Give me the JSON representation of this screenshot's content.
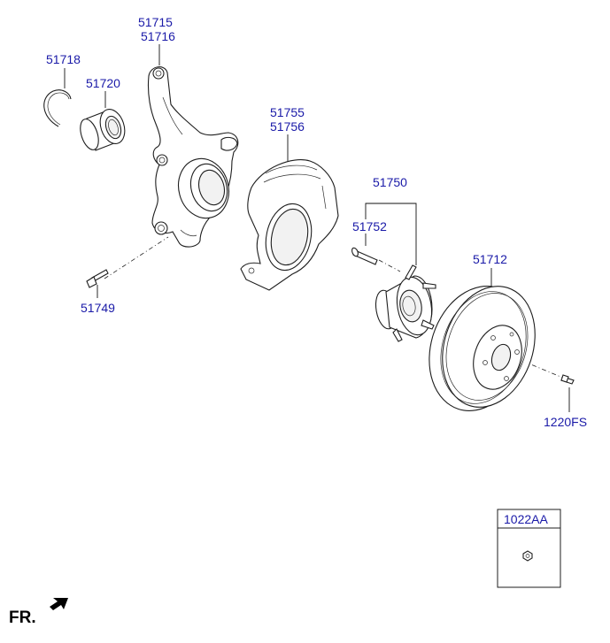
{
  "labels": {
    "p51715": "51715",
    "p51716": "51716",
    "p51718": "51718",
    "p51720": "51720",
    "p51755": "51755",
    "p51756": "51756",
    "p51750": "51750",
    "p51752": "51752",
    "p51712": "51712",
    "p51749": "51749",
    "p1220FS": "1220FS",
    "p1022AA": "1022AA"
  },
  "orientation": "FR.",
  "colors": {
    "label": "#1a1aa8",
    "line": "#1e1e1e",
    "fill": "#ffffff"
  }
}
